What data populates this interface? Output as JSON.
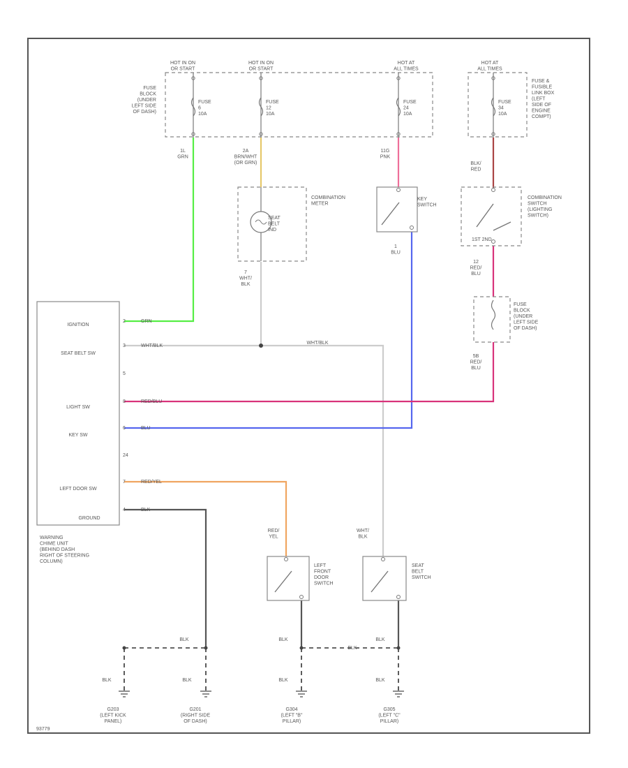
{
  "colors": {
    "grn": "#55ee44",
    "ylw": "#e6c86a",
    "pnk": "#ee6f9a",
    "blk": "#555555",
    "red_blu": "#d8337a",
    "blu": "#5566ee",
    "red_yel": "#f0a560",
    "wht_blk": "#cccccc",
    "blk_red": "#aa4444"
  },
  "power": {
    "hot1": "HOT IN ON\nOR START",
    "hot2": "HOT IN ON\nOR START",
    "hot3": "HOT AT\nALL TIMES",
    "hot4": "HOT AT\nALL TIMES",
    "fuse1": "FUSE\n6\n10A",
    "fuse2": "FUSE\n12\n10A",
    "fuse3": "FUSE\n24\n10A",
    "fuse4": "FUSE\n34\n10A",
    "fuse_block": "FUSE\nBLOCK\n(UNDER\nLEFT SIDE\nOF DASH)",
    "fuse_link_box": "FUSE &\nFUSIBLE\nLINK BOX\n(LEFT\nSIDE OF\nENGINE\nCOMPT)"
  },
  "wires": {
    "w1": "1L\nGRN",
    "w2": "2A\nBRN/WHT\n(OR GRN)",
    "w3": "11G\nPNK",
    "w4": "BLK/\nRED",
    "meter_out": "7\nWHT/\nBLK",
    "key_out": "1\nBLU",
    "light_out": "12\nRED/\nBLU",
    "fuse_blk2_out": "5B\nRED/\nBLU",
    "door_in": "RED/\nYEL",
    "seat_in": "WHT/\nBLK"
  },
  "components": {
    "combo_meter": "COMBINATION\nMETER",
    "seat_belt_ind": "SEAT\nBELT\nIND",
    "key_switch": "KEY\nSWITCH",
    "combo_switch": "COMBINATION\nSWITCH\n(LIGHTING\nSWITCH)",
    "combo_pins": "1ST   2ND",
    "fuse_block2": "FUSE\nBLOCK\n(UNDER\nLEFT SIDE\nOF DASH)",
    "left_door_sw": "LEFT\nFRONT\nDOOR\nSWITCH",
    "seat_belt_sw": "SEAT\nBELT\nSWITCH",
    "warning_unit": "WARNING\nCHIME UNIT\n(BEHIND DASH\nRIGHT OF STEERING\nCOLUMN)"
  },
  "unit": {
    "ignition": "IGNITION",
    "seat_belt_sw": "SEAT BELT SW",
    "light_sw": "LIGHT SW",
    "key_sw": "KEY SW",
    "left_door_sw": "LEFT DOOR SW",
    "ground": "GROUND",
    "pins": [
      "2",
      "3",
      "5",
      "8",
      "6",
      "24",
      "7",
      "4"
    ],
    "wire_labels": [
      "GRN",
      "WHT/BLK",
      "RED/BLU",
      "BLU",
      "RED/YEL",
      "BLK"
    ],
    "seat_mid_label": "WHT/BLK"
  },
  "grounds": {
    "blk": "BLK",
    "g1": "G203\n(LEFT KICK\nPANEL)",
    "g2": "G201\n(RIGHT SIDE\nOF DASH)",
    "g3": "G304\n(LEFT \"B\"\nPILLAR)",
    "g4": "G305\n(LEFT \"C\"\nPILLAR)"
  },
  "footer": {
    "code": "93779"
  }
}
